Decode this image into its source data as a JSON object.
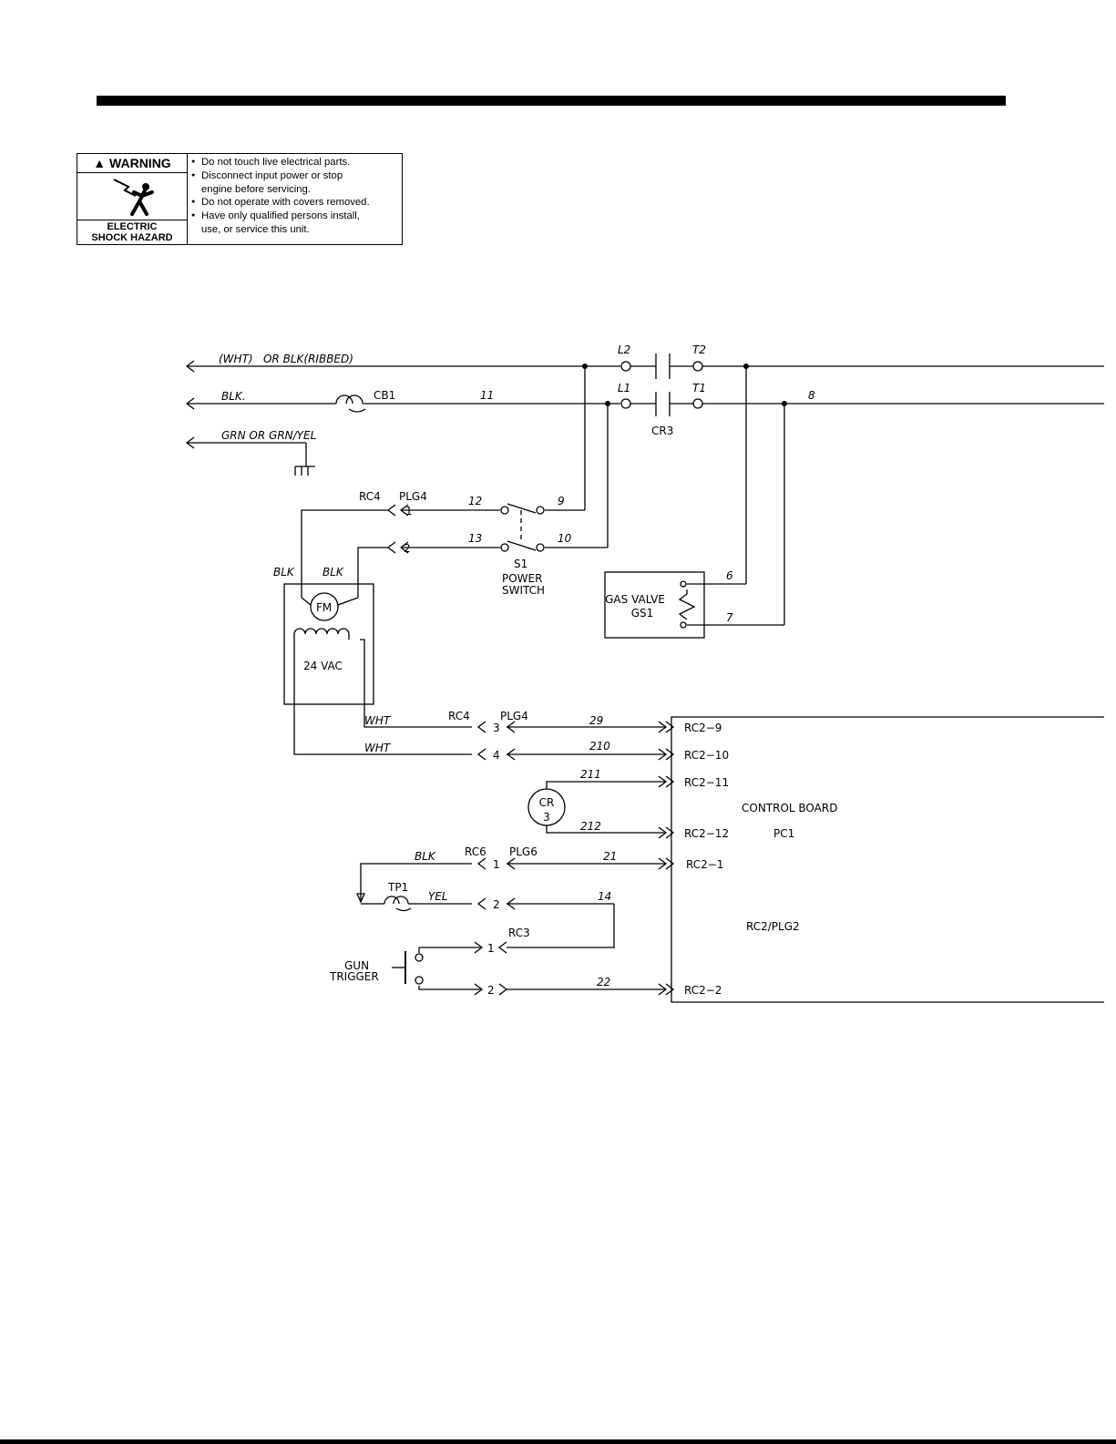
{
  "warning": {
    "header": "WARNING",
    "footer_line1": "ELECTRIC",
    "footer_line2": "SHOCK HAZARD",
    "items": [
      {
        "line1": "Do not touch live electrical parts.",
        "line2": ""
      },
      {
        "line1": "Disconnect input power or stop",
        "line2": "engine before servicing."
      },
      {
        "line1": "Do not operate with covers removed.",
        "line2": ""
      },
      {
        "line1": "Have only qualified persons install,",
        "line2": "use, or service this unit."
      }
    ]
  },
  "diagram": {
    "input_wires": {
      "white": "(WHT)   OR BLK(RIBBED)",
      "black": "BLK.",
      "ground": "GRN OR GRN/YEL"
    },
    "breaker": "CB1",
    "wires": {
      "w11": "11",
      "w8": "8",
      "w9": "9",
      "w10": "10",
      "w12": "12",
      "w13": "13",
      "w6": "6",
      "w7": "7",
      "w29": "29",
      "w210": "210",
      "w211": "211",
      "w212": "212",
      "w21": "21",
      "w14": "14",
      "w22": "22"
    },
    "contactor": {
      "l2": "L2",
      "t2": "T2",
      "l1": "L1",
      "t1": "T1",
      "name": "CR3"
    },
    "switch": {
      "name": "S1",
      "line1": "POWER",
      "line2": "SWITCH"
    },
    "gas_valve": {
      "line1": "GAS VALVE",
      "line2": "GS1"
    },
    "fan": {
      "motor": "FM",
      "transformer": "24 VAC",
      "blk1": "BLK",
      "blk2": "BLK",
      "wht1": "WHT",
      "wht2": "WHT"
    },
    "connectors": {
      "rc4": "RC4",
      "plg4": "PLG4",
      "rc4b": "RC4",
      "plg4b": "PLG4",
      "rc6": "RC6",
      "plg6": "PLG6",
      "rc3": "RC3",
      "p1": "1",
      "p2": "2",
      "p3": "3",
      "p4": "4",
      "p6_1": "1",
      "p6_2": "2",
      "p3_1": "1",
      "p3_2": "2"
    },
    "relay": {
      "line1": "CR",
      "line2": "3"
    },
    "thermal": {
      "name": "TP1",
      "blk": "BLK",
      "yel": "YEL"
    },
    "trigger": {
      "line1": "GUN",
      "line2": "TRIGGER"
    },
    "board": {
      "title": "CONTROL BOARD",
      "id": "PC1",
      "conn": "RC2/PLG2",
      "pins": {
        "p9": "RC2−9",
        "p10": "RC2−10",
        "p11": "RC2−11",
        "p12": "RC2−12",
        "p1": "RC2−1",
        "p2": "RC2−2"
      }
    }
  }
}
